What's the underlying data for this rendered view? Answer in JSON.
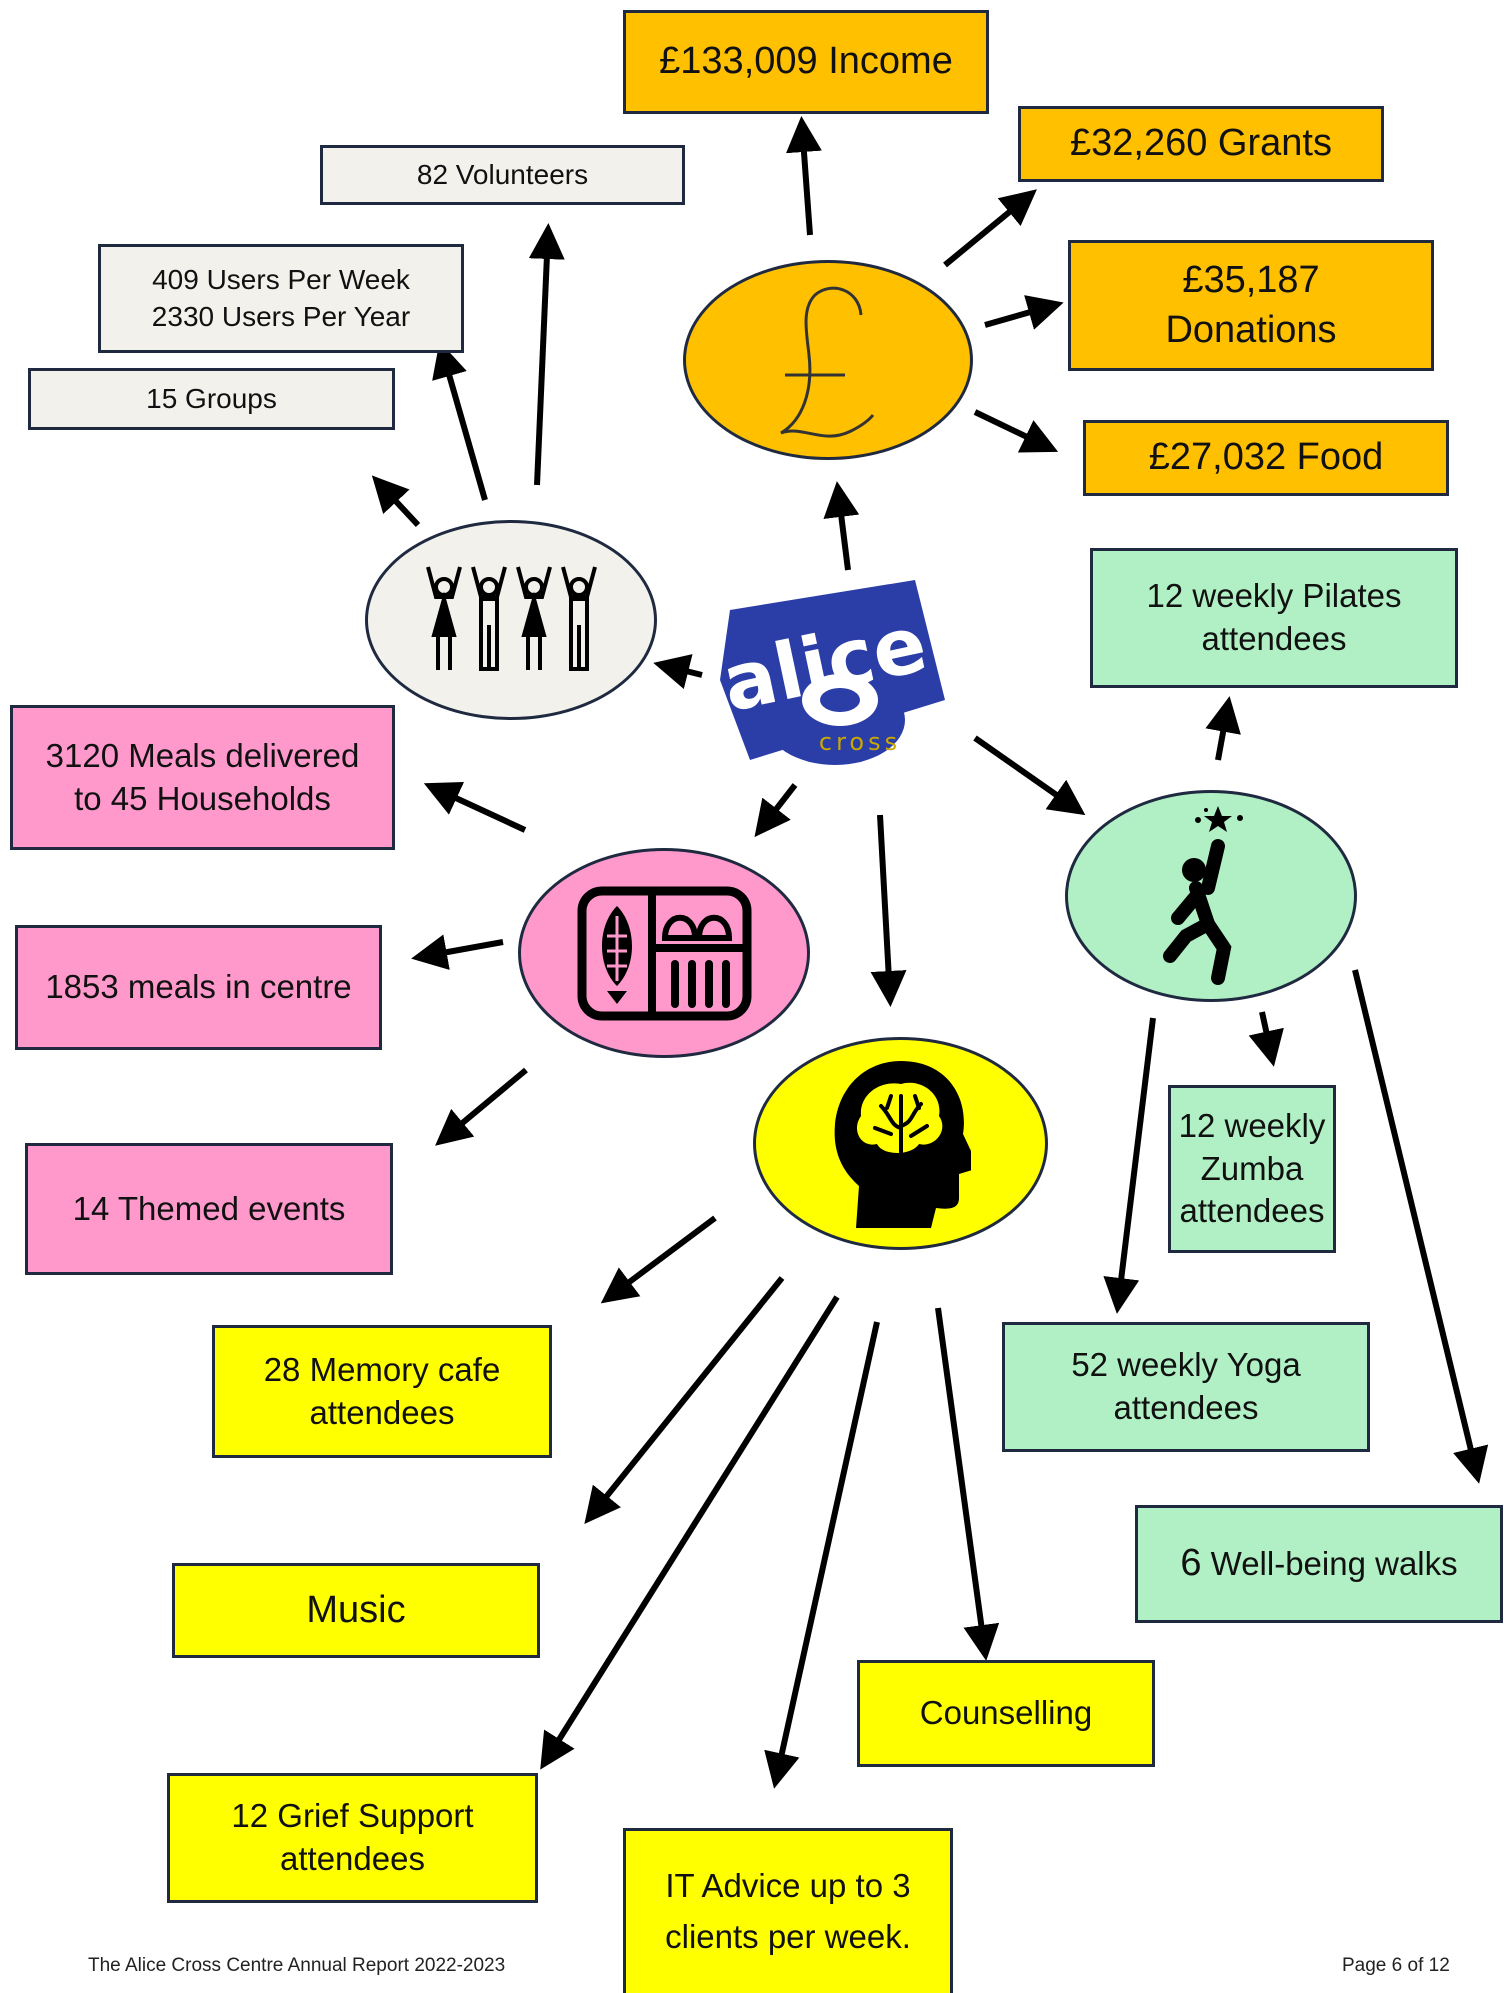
{
  "finance": {
    "income": "£133,009 Income",
    "grants": "£32,260 Grants",
    "donations_line1": "£35,187",
    "donations_line2": "Donations",
    "food": "£27,032 Food"
  },
  "community": {
    "volunteers": "82 Volunteers",
    "users_week": "409 Users Per Week",
    "users_year": "2330 Users Per Year",
    "groups": "15 Groups"
  },
  "meals": {
    "delivered_line1": "3120 Meals delivered",
    "delivered_line2": "to 45 Households",
    "in_centre": "1853 meals in centre",
    "events": "14 Themed events"
  },
  "fitness": {
    "pilates_line1": "12 weekly Pilates",
    "pilates_line2": "attendees",
    "zumba_line1": "12 weekly",
    "zumba_line2": "Zumba",
    "zumba_line3": "attendees",
    "yoga_line1": "52 weekly Yoga",
    "yoga_line2": "attendees",
    "walks_num": "6",
    "walks_text": " Well-being walks"
  },
  "wellbeing": {
    "memory_line1": "28 Memory cafe",
    "memory_line2": "attendees",
    "music": "Music",
    "counselling": "Counselling",
    "grief_line1": "12 Grief Support",
    "grief_line2": "attendees",
    "it_line1": "IT Advice up to 3",
    "it_line2": "clients per week."
  },
  "logo": {
    "word": "alice",
    "sub": "cross"
  },
  "footer": {
    "left": "The Alice Cross Centre Annual Report 2022-2023",
    "right": "Page 6 of 12"
  },
  "colors": {
    "finance": "#ffc000",
    "community": "#f2f1ec",
    "meals": "#ff99cc",
    "fitness": "#b0f0c4",
    "wellbeing": "#ffff00",
    "logo_blue": "#2b3ea8"
  }
}
